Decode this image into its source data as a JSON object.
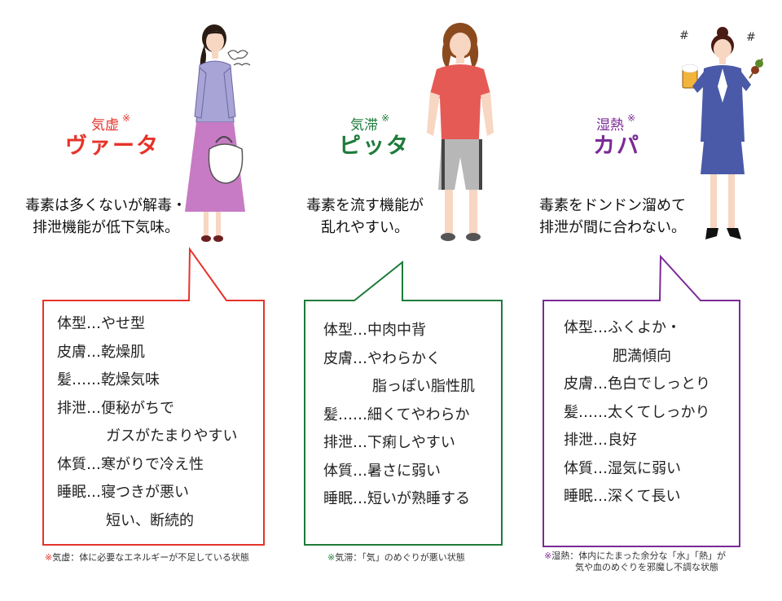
{
  "types": [
    {
      "id": "vata",
      "subtitle": "気虚",
      "mark": "※",
      "name": "ヴァータ",
      "color": "#e6332a",
      "desc": [
        "毒素は多くないが解毒・",
        "排泄機能が低下気味。"
      ],
      "traits": [
        "体型…やせ型",
        "皮膚…乾燥肌",
        "髪……乾燥気味",
        "排泄…便秘がちで",
        "ガスがたまりやすい",
        "体質…寒がりで冷え性",
        "睡眠…寝つきが悪い",
        "短い、断続的"
      ],
      "note": [
        "※気虚：体に必要なエネルギーが不足している状態"
      ]
    },
    {
      "id": "pitta",
      "subtitle": "気滞",
      "mark": "※",
      "name": "ピッタ",
      "color": "#1e7b3a",
      "desc": [
        "毒素を流す機能が",
        "乱れやすい。"
      ],
      "traits": [
        "体型…中肉中背",
        "皮膚…やわらかく",
        "脂っぽい脂性肌",
        "髪……細くてやわらか",
        "排泄…下痢しやすい",
        "体質…暑さに弱い",
        "睡眠…短いが熟睡する"
      ],
      "note": [
        "※気滞：「気」のめぐりが悪い状態"
      ]
    },
    {
      "id": "kapha",
      "subtitle": "湿熱",
      "mark": "※",
      "name": "カパ",
      "color": "#7b2a96",
      "desc": [
        "毒素をドンドン溜めて",
        "排泄が間に合わない。"
      ],
      "traits": [
        "体型…ふくよか・",
        "肥満傾向",
        "皮膚…色白でしっとり",
        "髪……太くてしっかり",
        "排泄…良好",
        "体質…湿気に弱い",
        "睡眠…深くて長い"
      ],
      "note": [
        "※湿熱：体内にたまった余分な「水」「熱」が",
        "気や血のめぐりを邪魔し不調な状態"
      ]
    }
  ]
}
